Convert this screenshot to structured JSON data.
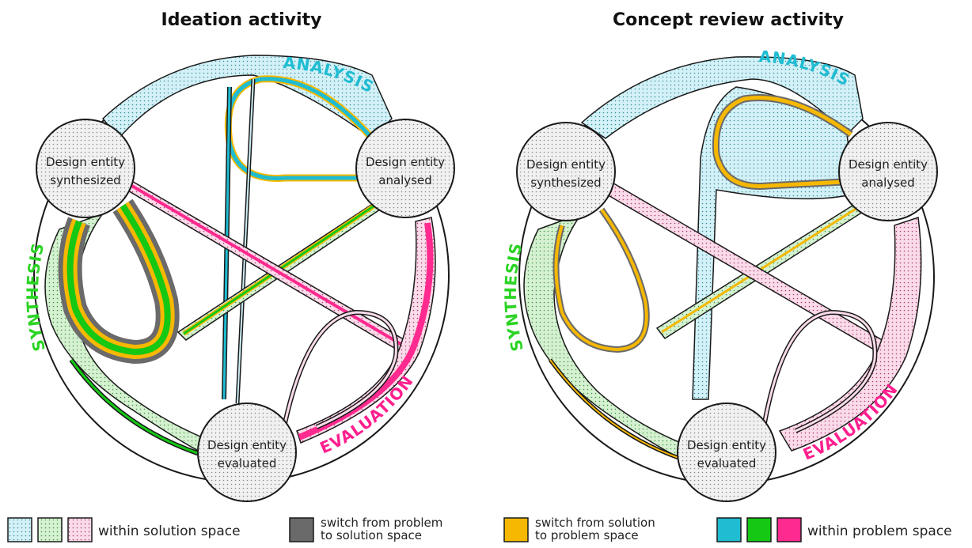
{
  "diagrams": [
    {
      "title": "Ideation activity",
      "labels": {
        "analysis": "ANALYSIS",
        "synthesis": "SYNTHESIS",
        "evaluation": "EVALUATION"
      },
      "nodes": {
        "synthesized": {
          "line1": "Design entity",
          "line2": "synthesized"
        },
        "analysed": {
          "line1": "Design entity",
          "line2": "analysed"
        },
        "evaluated": {
          "line1": "Design entity",
          "line2": "evaluated"
        }
      }
    },
    {
      "title": "Concept review activity",
      "labels": {
        "analysis": "ANALYSIS",
        "synthesis": "SYNTHESIS",
        "evaluation": "EVALUATION"
      },
      "nodes": {
        "synthesized": {
          "line1": "Design entity",
          "line2": "synthesized"
        },
        "analysed": {
          "line1": "Design entity",
          "line2": "analysed"
        },
        "evaluated": {
          "line1": "Design entity",
          "line2": "evaluated"
        }
      }
    }
  ],
  "legend": {
    "solution_space": "within solution space",
    "switch_problem_to_solution_line1": "switch from problem",
    "switch_problem_to_solution_line2": "to solution space",
    "switch_solution_to_problem_line1": "switch from solution",
    "switch_solution_to_problem_line2": "to problem space",
    "problem_space": "within problem space"
  },
  "colors": {
    "analysis": "#1fbcd2",
    "synthesis": "#14c814",
    "evaluation": "#ff2a8f",
    "analysis_light": "#cdeff6",
    "synthesis_light": "#cdeecd",
    "evaluation_light": "#f9d2e4",
    "switch_to_solution": "#6a6a6a",
    "switch_to_problem": "#f6b800",
    "node_fill": "#e9e9e9"
  }
}
